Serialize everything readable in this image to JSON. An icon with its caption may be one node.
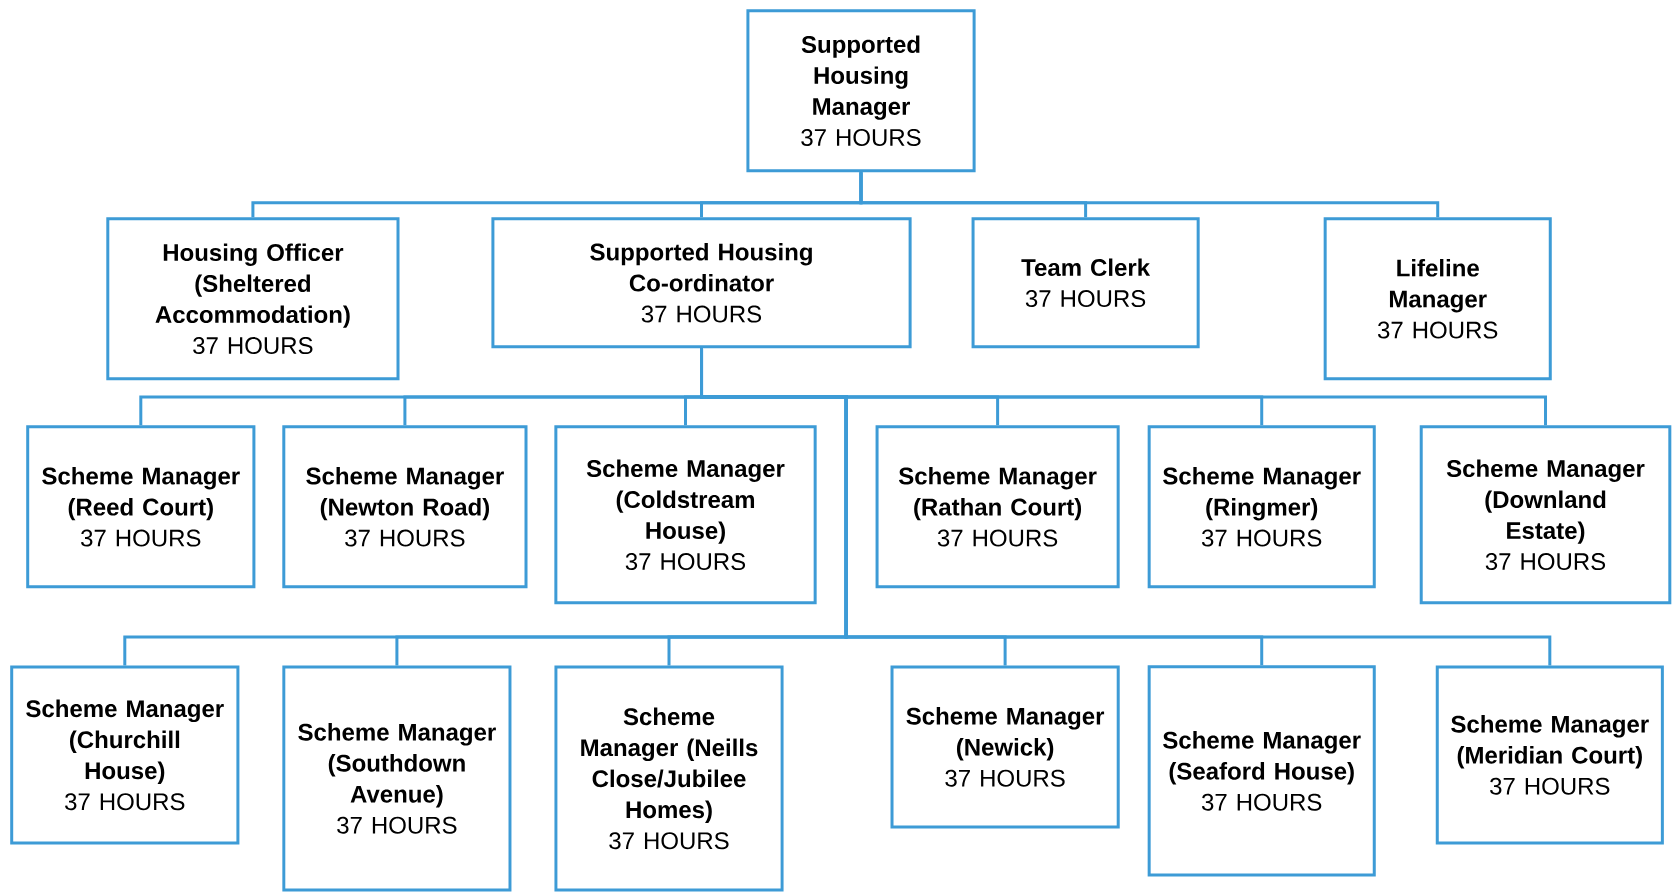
{
  "diagram": {
    "nodes": [
      {
        "text": [
          "Supported Housing Manager",
          "37 HOURS"
        ]
      },
      {
        "text": [
          "Housing Officer (Sheltered Accommodation)",
          "37 HOURS"
        ]
      },
      {
        "text": [
          "Supported Housing Co-ordinator",
          "37 HOURS"
        ]
      },
      {
        "text": [
          "Team Clerk",
          "37 HOURS"
        ]
      },
      {
        "text": [
          "Lifeline Manager",
          "37 HOURS"
        ]
      },
      {
        "text": [
          "Scheme Manager (Reed Court)",
          "37 HOURS"
        ]
      },
      {
        "text": [
          "Scheme Manager (Newton Road)",
          "37 HOURS"
        ]
      },
      {
        "text": [
          "Scheme Manager (Coldstream House)",
          "37 HOURS"
        ]
      },
      {
        "text": [
          "Scheme Manager (Rathan Court)",
          "37 HOURS"
        ]
      },
      {
        "text": [
          "Scheme Manager (Ringmer)",
          "37 HOURS"
        ]
      },
      {
        "text": [
          "Scheme Manager (Downland Estate)",
          "37 HOURS"
        ]
      },
      {
        "text": [
          "Scheme Manager (Churchill House)",
          "37 HOURS"
        ]
      },
      {
        "text": [
          "Scheme Manager (Southdown Avenue)",
          "37 HOURS"
        ]
      },
      {
        "text": [
          "Scheme Manager (Neills Close/Jubilee Homes)",
          "37 HOURS"
        ]
      },
      {
        "text": [
          "Scheme Manager (Newick)",
          "37 HOURS"
        ]
      },
      {
        "text": [
          "Scheme Manager (Seaford House)",
          "37 HOURS"
        ]
      },
      {
        "text": [
          "Scheme Manager (Meridian Court)",
          "37 HOURS"
        ]
      }
    ],
    "edges": [
      {
        "from": 0,
        "to": 1,
        "arrow": "none"
      },
      {
        "from": 0,
        "to": 2,
        "arrow": "none"
      },
      {
        "from": 0,
        "to": 3,
        "arrow": "none"
      },
      {
        "from": 0,
        "to": 4,
        "arrow": "none"
      },
      {
        "from": 2,
        "to": 5,
        "arrow": "none"
      },
      {
        "from": 2,
        "to": 6,
        "arrow": "none"
      },
      {
        "from": 2,
        "to": 7,
        "arrow": "none"
      },
      {
        "from": 2,
        "to": 8,
        "arrow": "none"
      },
      {
        "from": 2,
        "to": 9,
        "arrow": "none"
      },
      {
        "from": 2,
        "to": 10,
        "arrow": "none"
      },
      {
        "from": 2,
        "to": 11,
        "arrow": "none"
      },
      {
        "from": 2,
        "to": 12,
        "arrow": "none"
      },
      {
        "from": 2,
        "to": 13,
        "arrow": "none"
      },
      {
        "from": 2,
        "to": 14,
        "arrow": "none"
      },
      {
        "from": 2,
        "to": 15,
        "arrow": "none"
      },
      {
        "from": 2,
        "to": 16,
        "arrow": "none"
      }
    ]
  }
}
